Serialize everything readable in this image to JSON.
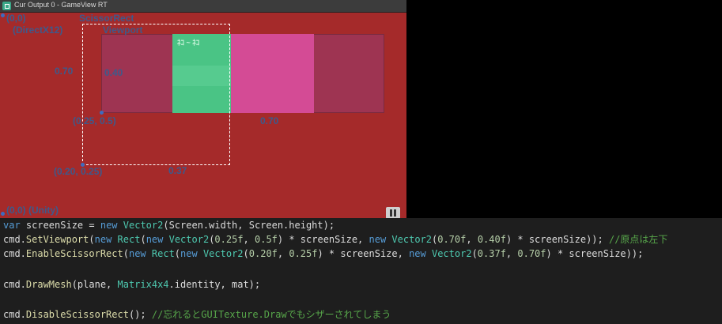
{
  "window": {
    "title": "Cur Output 0 - GameView RT"
  },
  "labels": {
    "origin_dx": "(0,0)",
    "dx_name": "(DirectX12)",
    "scissor_title": "ScissorRect",
    "viewport_title": "Viewport",
    "vp_height": "0.70",
    "scissor_height": "0.40",
    "vp_origin": "(0.25, 0.5)",
    "vp_width": "0.70",
    "scissor_origin": "(0.20, 0.25)",
    "scissor_width": "0.37",
    "origin_unity": "(0,0) (Unity)"
  },
  "scissor_preview_text": "ﾈｺ ~ ﾈｺ",
  "code": {
    "line1": {
      "kw_var": "var",
      "text1": " screenSize = ",
      "kw_new": "new",
      "sp": " ",
      "type": "Vector2",
      "text2": "(Screen.width, Screen.height);"
    },
    "line2": {
      "a": "cmd.",
      "m": "SetViewport",
      "b": "(",
      "new1": "new",
      "sp1": " ",
      "t1": "Rect",
      "c": "(",
      "new2": "new",
      "sp2": " ",
      "t2": "Vector2",
      "d": "(",
      "n1": "0.25f",
      "e": ", ",
      "n2": "0.5f",
      "f": ") * screenSize, ",
      "new3": "new",
      "sp3": " ",
      "t3": "Vector2",
      "g": "(",
      "n3": "0.70f",
      "h": ", ",
      "n4": "0.40f",
      "i": ") * screenSize)); ",
      "comment": "//原点は左下"
    },
    "line3": {
      "a": "cmd.",
      "m": "EnableScissorRect",
      "b": "(",
      "new1": "new",
      "sp1": " ",
      "t1": "Rect",
      "c": "(",
      "new2": "new",
      "sp2": " ",
      "t2": "Vector2",
      "d": "(",
      "n1": "0.20f",
      "e": ", ",
      "n2": "0.25f",
      "f": ") * screenSize, ",
      "new3": "new",
      "sp3": " ",
      "t3": "Vector2",
      "g": "(",
      "n3": "0.37f",
      "h": ", ",
      "n4": "0.70f",
      "i": ") * screenSize));"
    },
    "line4": {
      "a": "cmd.",
      "m": "DrawMesh",
      "b": "(plane, ",
      "t": "Matrix4x4",
      "c": ".identity, mat);"
    },
    "line5": {
      "a": "cmd.",
      "m": "DisableScissorRect",
      "b": "(); ",
      "comment": "//忘れるとGUITexture.Drawでもシザーされてしまう"
    }
  },
  "colors": {
    "canvas_bg": "#a52a2a",
    "viewport_fill": "#9e3452",
    "scissor_fill": "#4ac485",
    "pink_fill": "#d44b95",
    "label_blue": "#3d5a8c",
    "code_bg": "#1e1e1e"
  },
  "icons": {
    "window_icon": "window-icon",
    "pause": "pause-icon"
  }
}
